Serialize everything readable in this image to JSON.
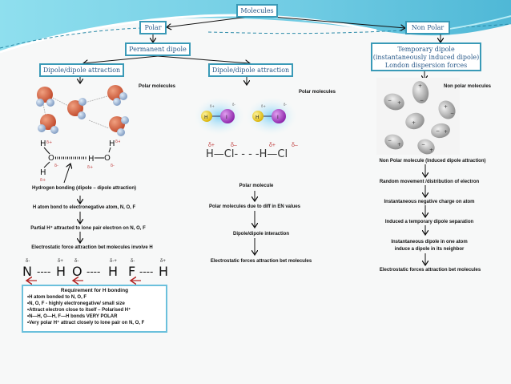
{
  "root": {
    "label": "Molecules"
  },
  "polar": {
    "label": "Polar",
    "permanent": "Permanent dipole",
    "left": {
      "box": "Dipole/dipole attraction",
      "image_caption": "Polar molecules",
      "water_labels": {
        "H": "H",
        "O": "O",
        "delta_plus": "δ+",
        "delta_minus": "δ-"
      },
      "steps": [
        "Hydrogen bonding (dipole – dipole attraction)",
        "H atom bond to electronegative atom, N, O, F",
        "Partial H⁺ attracted to lone pair electron on N, O, F",
        "Electrostatic force attraction bet molecules involve H"
      ],
      "hbond_formula": [
        {
          "atom": "N",
          "delta": "δ-"
        },
        {
          "atom": "H",
          "delta": "δ+"
        },
        {
          "atom": "O",
          "delta": "δ-"
        },
        {
          "atom": "H",
          "delta": "δ-+"
        },
        {
          "atom": "F",
          "delta": "δ-"
        },
        {
          "atom": "H",
          "delta": "δ+"
        }
      ],
      "hbond_dash": "----",
      "requirement": {
        "title": "Requirement for H bonding",
        "items": [
          "•H atom bonded to N, O, F",
          "•N, O, F - highly electronegative/ small size",
          "•Attract electron close to itself – Polarised H⁺",
          "•N—H, O—H, F—H bonds VERY POLAR",
          "•Very polar H⁺ attract closely to lone pair on N, O, F"
        ]
      }
    },
    "right": {
      "box": "Dipole/dipole attraction",
      "image_caption": "Polar molecules",
      "hi_labels": {
        "H": "H",
        "I": "I",
        "delta_plus": "δ+",
        "delta_minus": "δ-"
      },
      "hcl_formula": {
        "text": "H—Cl- - - -H—Cl",
        "deltas": [
          "δ+",
          "δ–",
          "δ+",
          "δ–"
        ]
      },
      "steps": [
        "Polar molecule",
        "Polar molecules due to diff in EN values",
        "Dipole/dipole interaction",
        "Electrostatic forces attraction bet molecules"
      ]
    }
  },
  "nonpolar": {
    "label": "Non Polar",
    "box_lines": [
      "Temporary dipole",
      "(instantaneously induced dipole)",
      "London dispersion forces"
    ],
    "image_caption": "Non polar molecules",
    "steps": [
      "Non Polar molecule (Induced dipole attraction)",
      "Random movement /distribution of electron",
      "Instantaneous negative charge on atom",
      "Induced a temporary dipole separation",
      "Instantaneous dipole in one atom\ninduce a dipole in its neighbor",
      "Electrostatic forces attraction bet molecules"
    ]
  },
  "colors": {
    "accent": "#3a9ab7",
    "box_text": "#2a5a8a",
    "arrow_red": "#b22222",
    "bg_teal": "#7fd6e8"
  }
}
